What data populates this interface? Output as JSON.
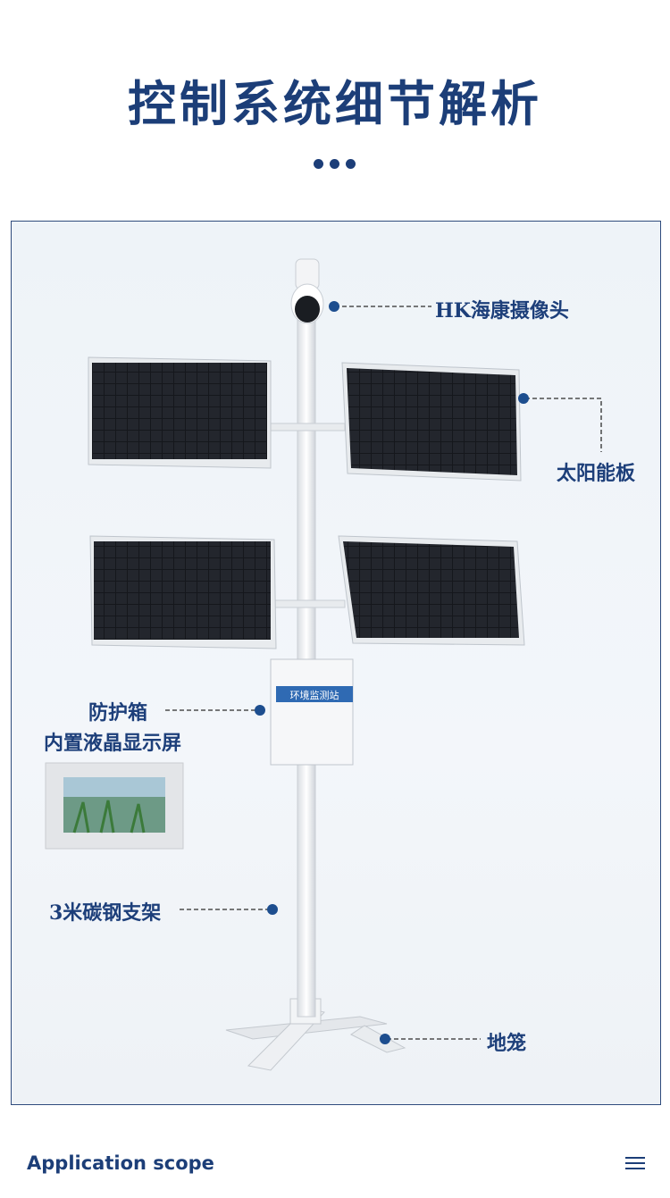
{
  "header": {
    "title": "控制系统细节解析"
  },
  "labels": {
    "camera": "HK海康摄像头",
    "solar": "太阳能板",
    "box_line1": "防护箱",
    "box_line2": "内置液晶显示屏",
    "pole": "3米碳钢支架",
    "base": "地笼"
  },
  "device": {
    "box_banner": "环境监测站"
  },
  "footer": {
    "title": "Application scope"
  },
  "icons": {
    "menu": "hamburger-menu-icon",
    "more": "ellipsis-dots-icon"
  },
  "colors": {
    "accent": "#1c3e78",
    "marker": "#1d4e8f"
  }
}
